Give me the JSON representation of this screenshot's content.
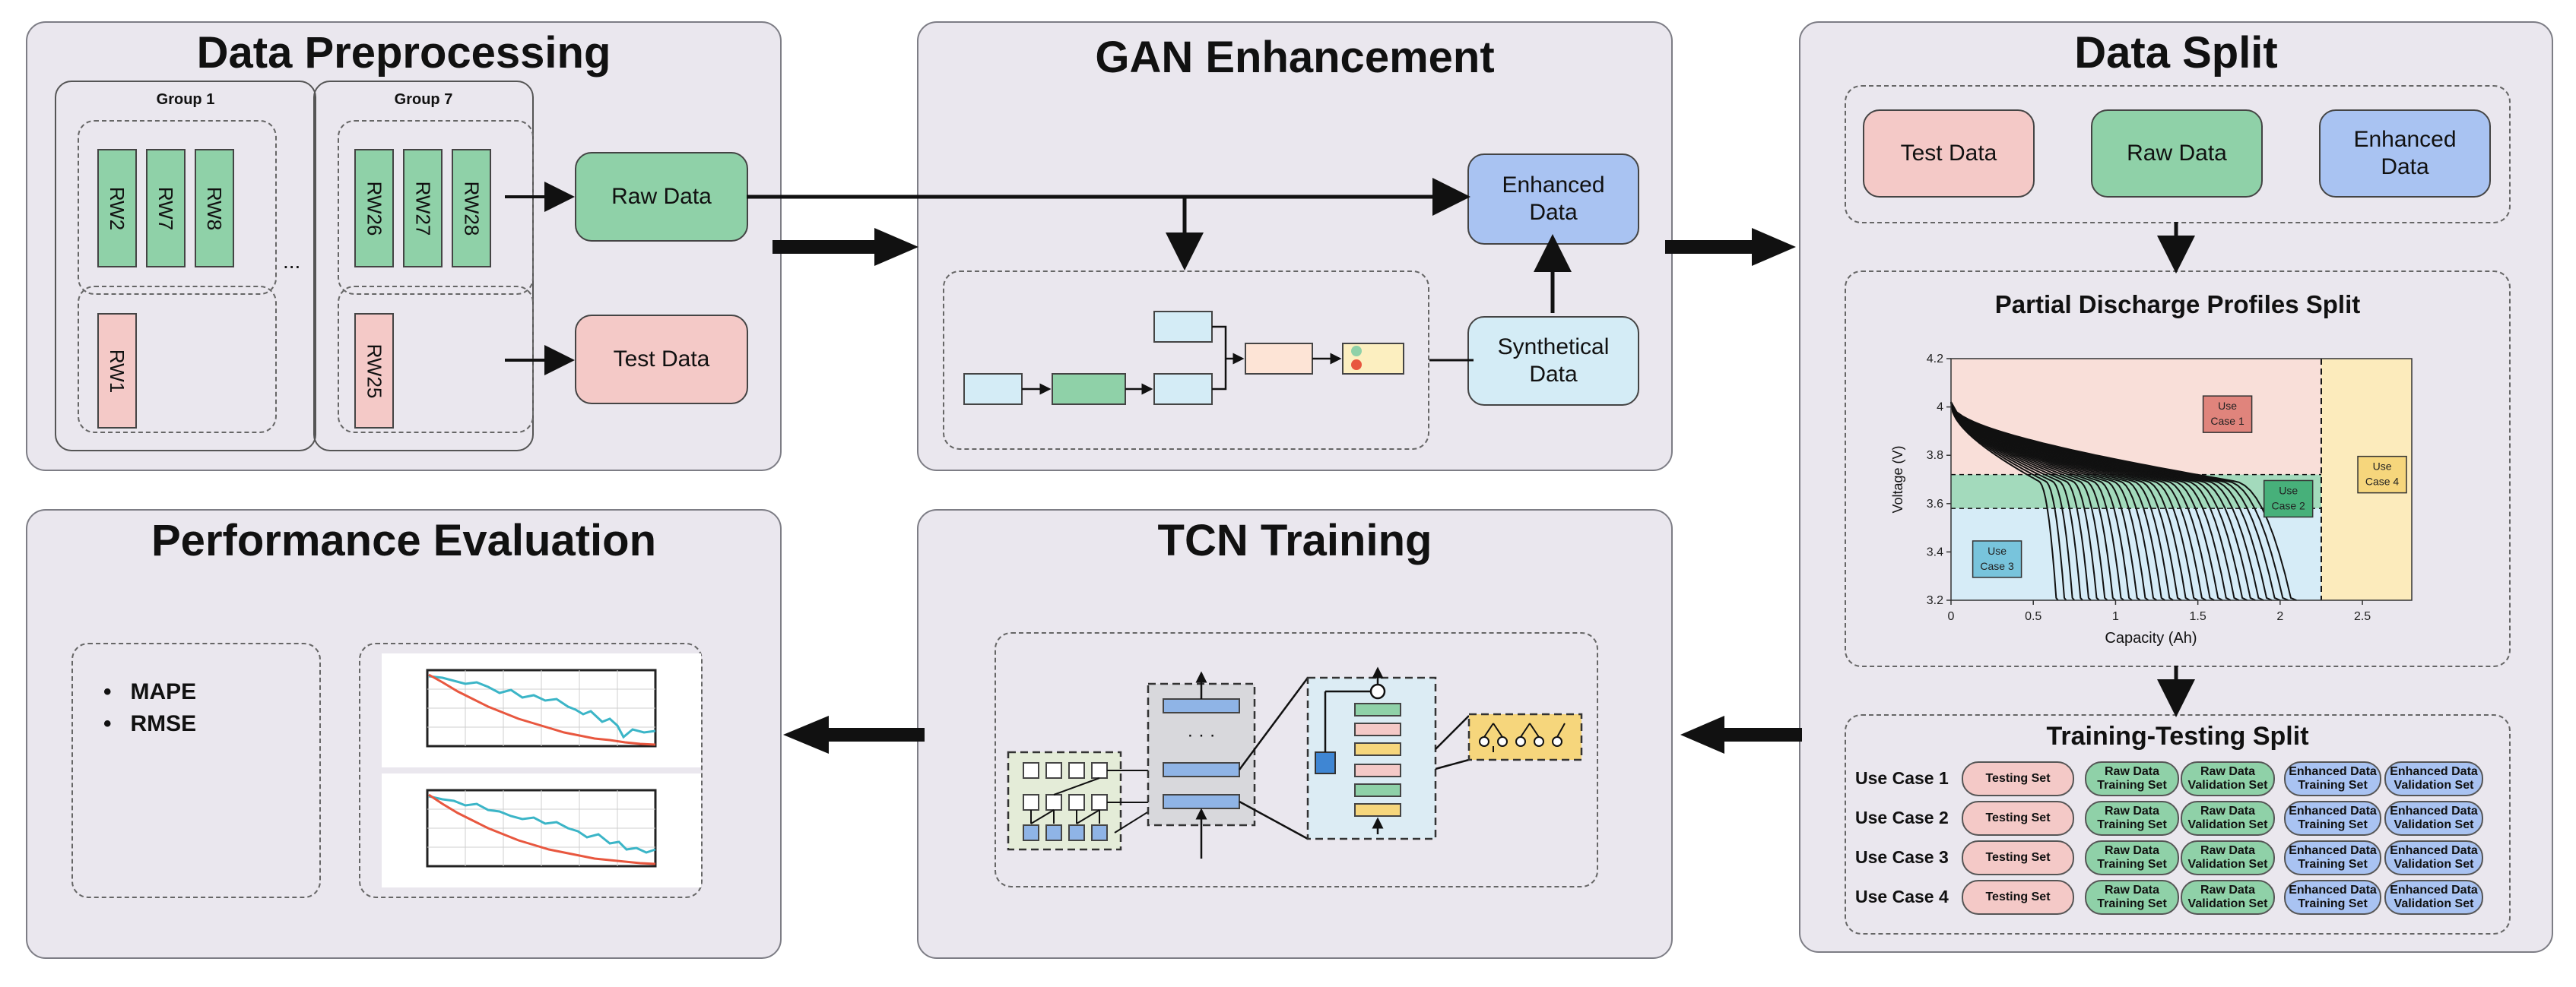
{
  "panels": {
    "preprocessing": "Data Preprocessing",
    "gan": "GAN Enhancement",
    "split": "Data Split",
    "performance": "Performance Evaluation",
    "tcn": "TCN Training"
  },
  "preprocessing": {
    "group1": "Group 1",
    "group7": "Group 7",
    "ellipsis": "...",
    "g1_train": [
      "RW2",
      "RW7",
      "RW8"
    ],
    "g1_test": "RW1",
    "g7_train": [
      "RW26",
      "RW27",
      "RW28"
    ],
    "g7_test": "RW25",
    "raw_data": "Raw Data",
    "test_data": "Test Data"
  },
  "gan": {
    "enhanced_line1": "Enhanced",
    "enhanced_line2": "Data",
    "synthetical_line1": "Synthetical",
    "synthetical_line2": "Data"
  },
  "split": {
    "test_data": "Test Data",
    "raw_data": "Raw Data",
    "enhanced_line1": "Enhanced",
    "enhanced_line2": "Data",
    "profiles_title": "Partial Discharge Profiles Split",
    "tt_title": "Training-Testing Split",
    "use_cases": [
      "Use Case 1",
      "Use Case 2",
      "Use Case 3",
      "Use Case 4"
    ],
    "columns": [
      [
        "Testing Set"
      ],
      [
        "Raw Data",
        "Training Set"
      ],
      [
        "Raw Data",
        "Validation Set"
      ],
      [
        "Enhanced Data",
        "Training Set"
      ],
      [
        "Enhanced Data",
        "Validation Set"
      ]
    ]
  },
  "performance": {
    "metrics": [
      "MAPE",
      "RMSE"
    ]
  },
  "chart_data": {
    "type": "line",
    "xlabel": "Capacity (Ah)",
    "ylabel": "Voltage (V)",
    "xlim": [
      0,
      2.8
    ],
    "ylim": [
      3.2,
      4.2
    ],
    "xticks": [
      0,
      0.5,
      1,
      1.5,
      2,
      2.5
    ],
    "yticks": [
      3.2,
      3.4,
      3.6,
      3.8,
      4.0,
      4.2
    ],
    "xtick_labels": [
      "0",
      "0.5",
      "1",
      "1.5",
      "2",
      "2.5"
    ],
    "ytick_labels": [
      "3.2",
      "3.4",
      "3.6",
      "3.8",
      "4",
      "4.2"
    ],
    "regions": [
      {
        "name": "Use Case 1",
        "x": [
          0,
          2.25
        ],
        "y": [
          3.72,
          4.2
        ],
        "color": "#f8d9d2"
      },
      {
        "name": "Use Case 2",
        "x": [
          0,
          2.25
        ],
        "y": [
          3.58,
          3.72
        ],
        "color": "#93d3b0"
      },
      {
        "name": "Use Case 3",
        "x": [
          0,
          2.25
        ],
        "y": [
          3.2,
          3.58
        ],
        "color": "#cfe9f6"
      },
      {
        "name": "Use Case 4",
        "x": [
          2.25,
          2.8
        ],
        "y": [
          3.2,
          4.2
        ],
        "color": "#fbe7b0"
      }
    ],
    "region_labels": [
      {
        "lines": [
          "Use",
          "Case 1"
        ],
        "x": 1.68,
        "y": 3.97,
        "color": "#e0847c"
      },
      {
        "lines": [
          "Use",
          "Case 2"
        ],
        "x": 2.05,
        "y": 3.62,
        "color": "#47b07a"
      },
      {
        "lines": [
          "Use",
          "Case 3"
        ],
        "x": 0.28,
        "y": 3.37,
        "color": "#78c4dc"
      },
      {
        "lines": [
          "Use",
          "Case 4"
        ],
        "x": 2.62,
        "y": 3.72,
        "color": "#f6d67c"
      }
    ],
    "curve_count": 30,
    "curve_start_voltage": 4.02,
    "curve_end_capacity_range": [
      0.65,
      2.1
    ]
  }
}
